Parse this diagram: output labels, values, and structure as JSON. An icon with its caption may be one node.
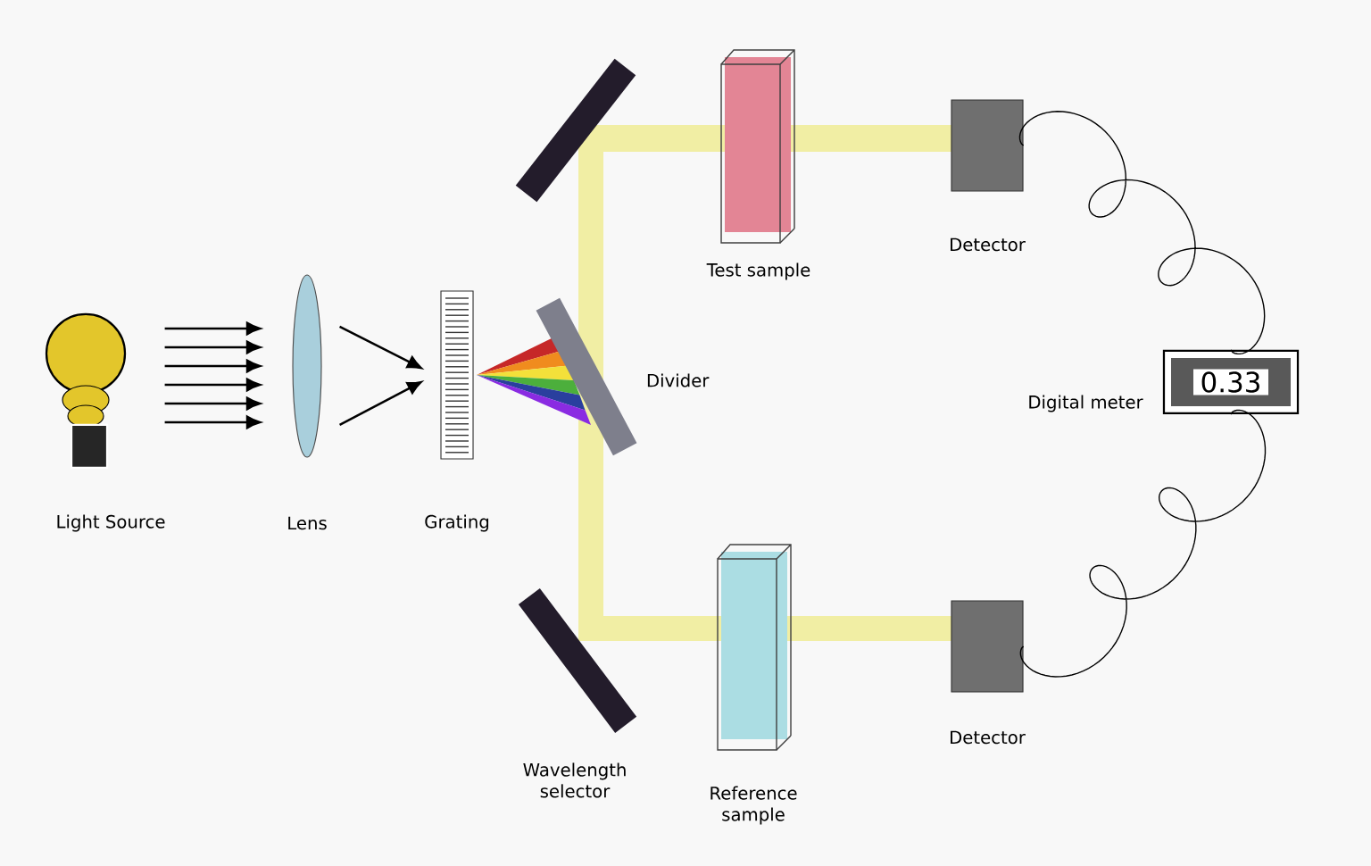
{
  "diagram": {
    "nodes": [
      {
        "text": [
          "Light Source"
        ]
      },
      {
        "text": [
          "Lens"
        ]
      },
      {
        "text": [
          "Grating"
        ]
      },
      {
        "text": [
          "Divider"
        ]
      },
      {
        "text": [],
        "shape": "bar"
      },
      {
        "text": [
          "Test sample"
        ]
      },
      {
        "text": [
          "Detector"
        ]
      },
      {
        "text": [
          "0.33"
        ],
        "beside": [
          "Digital meter"
        ]
      },
      {
        "text": [
          "Wavelength selector"
        ]
      },
      {
        "text": [
          "Reference sample"
        ]
      },
      {
        "text": [
          "Detector"
        ]
      }
    ],
    "edges": [
      {
        "from": 0,
        "to": 1,
        "arrow": "to"
      },
      {
        "from": 0,
        "to": 1,
        "arrow": "to"
      },
      {
        "from": 0,
        "to": 1,
        "arrow": "to"
      },
      {
        "from": 0,
        "to": 1,
        "arrow": "to"
      },
      {
        "from": 0,
        "to": 1,
        "arrow": "to"
      },
      {
        "from": 0,
        "to": 1,
        "arrow": "to"
      },
      {
        "from": 1,
        "to": 2,
        "arrow": "to"
      },
      {
        "from": 1,
        "to": 2,
        "arrow": "to"
      },
      {
        "from": 6,
        "to": 7,
        "arrow": "none"
      },
      {
        "from": 10,
        "to": 7,
        "arrow": "none"
      }
    ]
  }
}
